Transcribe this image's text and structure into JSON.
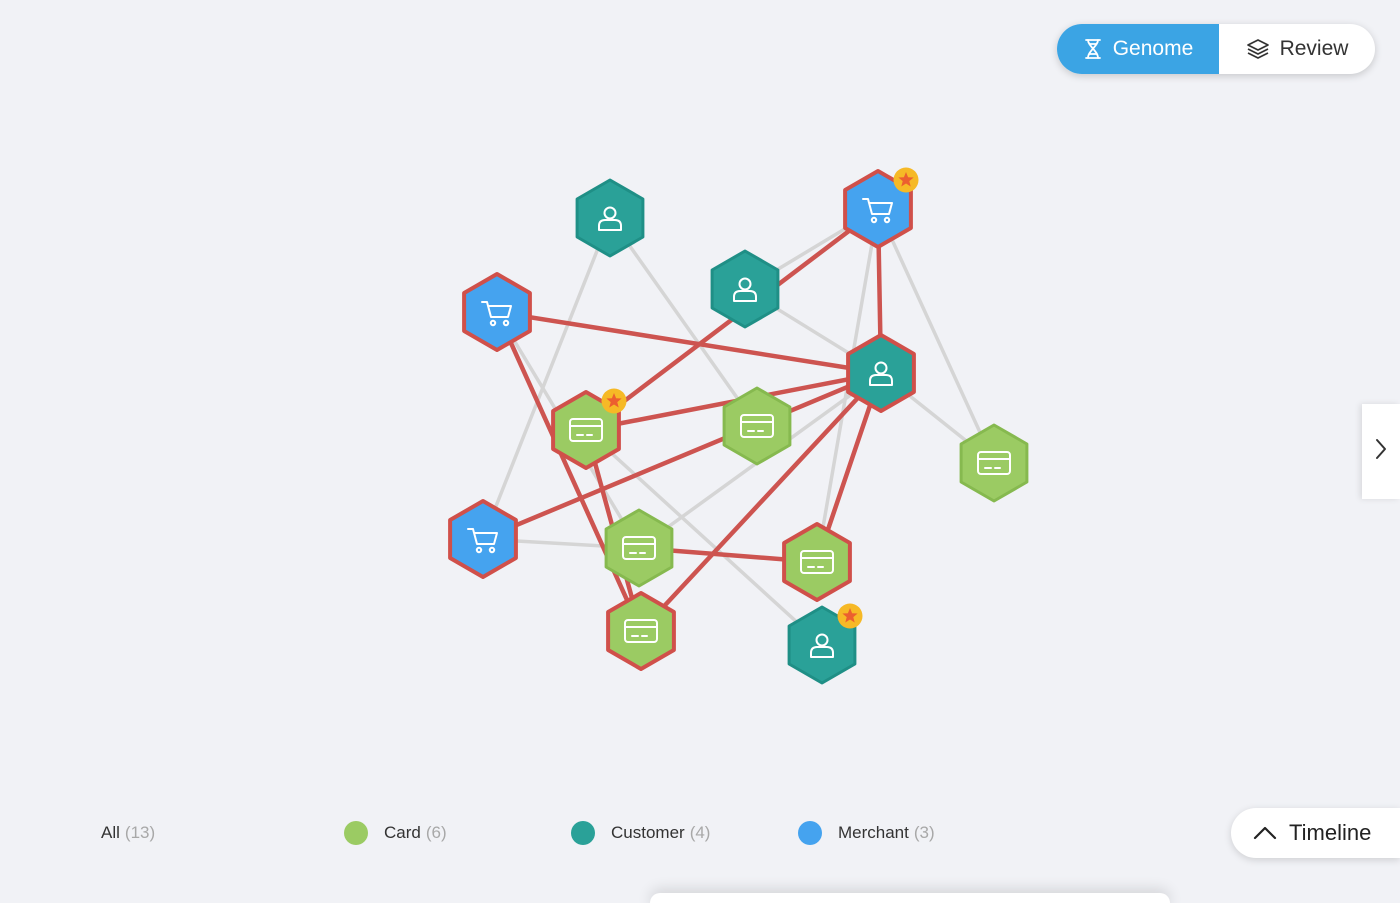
{
  "toggle": {
    "genome_label": "Genome",
    "review_label": "Review",
    "active": "genome"
  },
  "legend": {
    "all": {
      "label": "All",
      "count": "(13)"
    },
    "items": [
      {
        "label": "Card",
        "count": "(6)",
        "color": "#9bcb63"
      },
      {
        "label": "Customer",
        "count": "(4)",
        "color": "#2aa198"
      },
      {
        "label": "Merchant",
        "count": "(3)",
        "color": "#45a3ef"
      }
    ]
  },
  "timeline": {
    "label": "Timeline"
  },
  "colors": {
    "card": "#9bcb63",
    "customer": "#2aa198",
    "merchant": "#45a3ef",
    "flagged_border": "#d0504a",
    "flagged_edge": "#cd5450",
    "normal_edge": "#d5d5d5",
    "star": "#f6b926",
    "toggle_active": "#3ba4e4"
  },
  "graph": {
    "nodes": [
      {
        "id": "c1",
        "type": "customer",
        "flagged": false,
        "starred": false
      },
      {
        "id": "m1",
        "type": "merchant",
        "flagged": true,
        "starred": true
      },
      {
        "id": "c2",
        "type": "customer",
        "flagged": false,
        "starred": false
      },
      {
        "id": "m2",
        "type": "merchant",
        "flagged": true,
        "starred": false
      },
      {
        "id": "c3",
        "type": "customer",
        "flagged": true,
        "starred": false
      },
      {
        "id": "k1",
        "type": "card",
        "flagged": true,
        "starred": true
      },
      {
        "id": "k2",
        "type": "card",
        "flagged": false,
        "starred": false
      },
      {
        "id": "k3",
        "type": "card",
        "flagged": false,
        "starred": false
      },
      {
        "id": "m3",
        "type": "merchant",
        "flagged": true,
        "starred": false
      },
      {
        "id": "k4",
        "type": "card",
        "flagged": false,
        "starred": false
      },
      {
        "id": "k5",
        "type": "card",
        "flagged": true,
        "starred": false
      },
      {
        "id": "k6",
        "type": "card",
        "flagged": true,
        "starred": false
      },
      {
        "id": "c4",
        "type": "customer",
        "flagged": false,
        "starred": true
      }
    ],
    "edges": [
      {
        "from": "c1",
        "to": "m3",
        "flagged": false
      },
      {
        "from": "c1",
        "to": "k2",
        "flagged": false
      },
      {
        "from": "m2",
        "to": "k4",
        "flagged": false
      },
      {
        "from": "c2",
        "to": "m1",
        "flagged": false
      },
      {
        "from": "c2",
        "to": "c3",
        "flagged": false
      },
      {
        "from": "m1",
        "to": "k3",
        "flagged": false
      },
      {
        "from": "m1",
        "to": "k5",
        "flagged": false
      },
      {
        "from": "c3",
        "to": "k3",
        "flagged": false
      },
      {
        "from": "c3",
        "to": "k4",
        "flagged": false
      },
      {
        "from": "k1",
        "to": "c4",
        "flagged": false
      },
      {
        "from": "m3",
        "to": "k4",
        "flagged": false
      },
      {
        "from": "m2",
        "to": "c3",
        "flagged": true
      },
      {
        "from": "m2",
        "to": "k6",
        "flagged": true
      },
      {
        "from": "m1",
        "to": "k1",
        "flagged": true
      },
      {
        "from": "m1",
        "to": "c3",
        "flagged": true
      },
      {
        "from": "c3",
        "to": "k1",
        "flagged": true
      },
      {
        "from": "c3",
        "to": "m3",
        "flagged": true
      },
      {
        "from": "c3",
        "to": "k6",
        "flagged": true
      },
      {
        "from": "c3",
        "to": "k5",
        "flagged": true
      },
      {
        "from": "k4",
        "to": "k5",
        "flagged": true
      },
      {
        "from": "k1",
        "to": "k6",
        "flagged": true
      }
    ]
  }
}
